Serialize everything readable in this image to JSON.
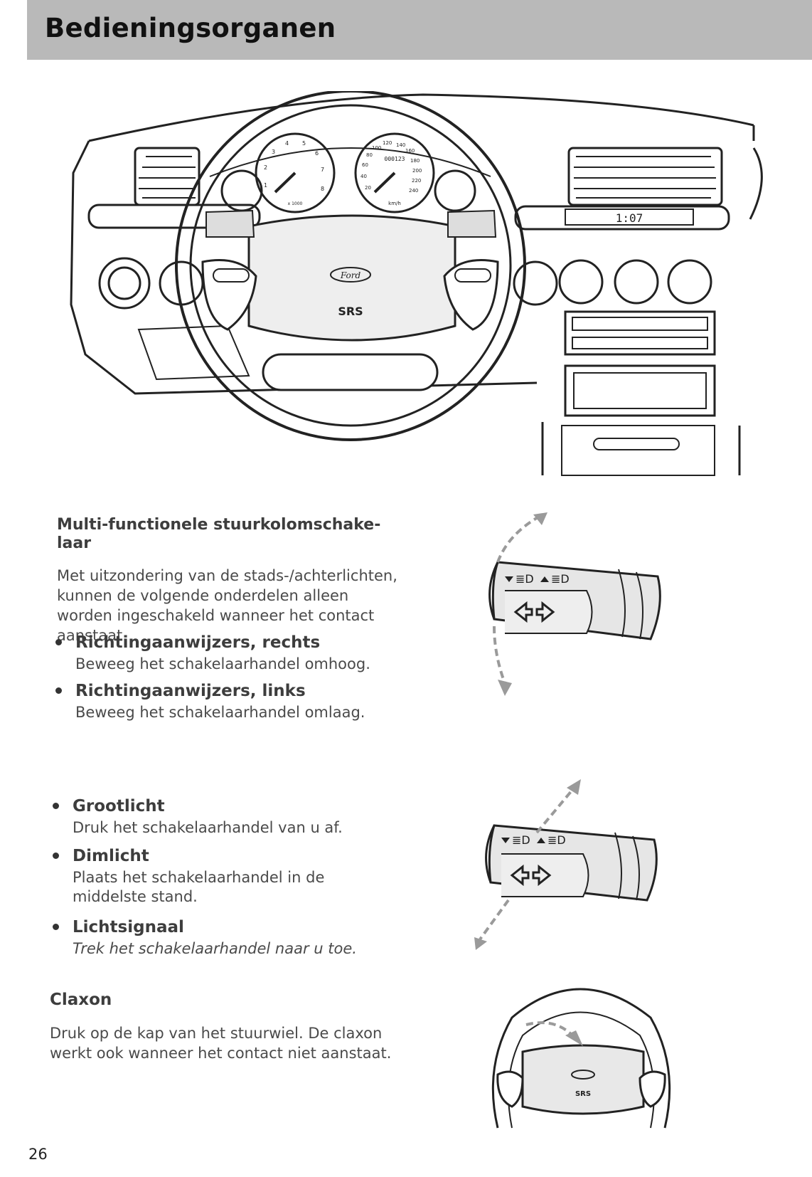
{
  "header": {
    "title": "Bedieningsorganen"
  },
  "dashboard_illustration": {
    "badge_labels": {
      "brand": "Ford",
      "airbag": "SRS"
    },
    "odometer": "000123",
    "clock": "1:07",
    "speed_scale": [
      "20",
      "40",
      "60",
      "80",
      "100",
      "120",
      "140",
      "160",
      "180",
      "200",
      "220",
      "240"
    ],
    "speed_unit": "km/h",
    "rpm_scale": [
      "1",
      "2",
      "3",
      "4",
      "5",
      "6",
      "7",
      "8"
    ],
    "rpm_unit": "x 1000"
  },
  "section_multifunction": {
    "title": "Multi-functionele stuurkolomschake-\nlaar",
    "intro": "Met uitzondering van de stads-/achterlichten, kunnen de volgende onderdelen alleen worden ingeschakeld wanneer het contact aanstaat.",
    "items": [
      {
        "title": "Richtingaanwijzers, rechts",
        "text": "Beweeg het schakelaarhandel omhoog."
      },
      {
        "title": "Richtingaanwijzers, links",
        "text": "Beweeg het schakelaarhandel omlaag."
      }
    ]
  },
  "section_lights": {
    "items": [
      {
        "title": "Grootlicht",
        "text": "Druk het schakelaarhandel van u af."
      },
      {
        "title": "Dimlicht",
        "text": "Plaats het schakelaarhandel in de middelste stand."
      },
      {
        "title": "Lichtsignaal",
        "text": "Trek het schakelaarhandel naar u toe."
      }
    ]
  },
  "section_horn": {
    "title": "Claxon",
    "text": "Druk op de kap van het stuurwiel. De claxon werkt ook wanneer het contact niet aanstaat."
  },
  "footer": {
    "page_number": "26"
  }
}
